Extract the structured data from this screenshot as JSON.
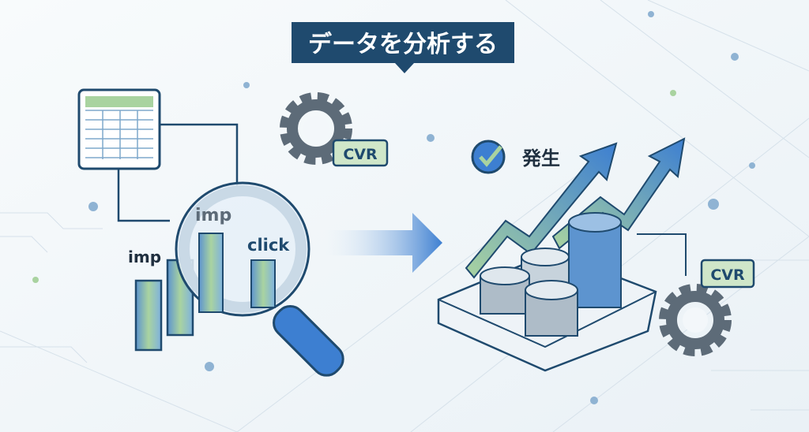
{
  "title": "データを分析する",
  "left": {
    "imp_outside": "imp",
    "imp_in_lens": "imp",
    "click_in_lens": "click",
    "gear_badge": "CVR"
  },
  "right": {
    "occurrence_label": "発生",
    "gear_badge": "CVR"
  },
  "colors": {
    "navy": "#1f4a6e",
    "blue": "#3d7fd1",
    "green": "#a9d3a0",
    "gray_gear": "#5d6b78",
    "badge_bg": "#cfe6c9"
  }
}
